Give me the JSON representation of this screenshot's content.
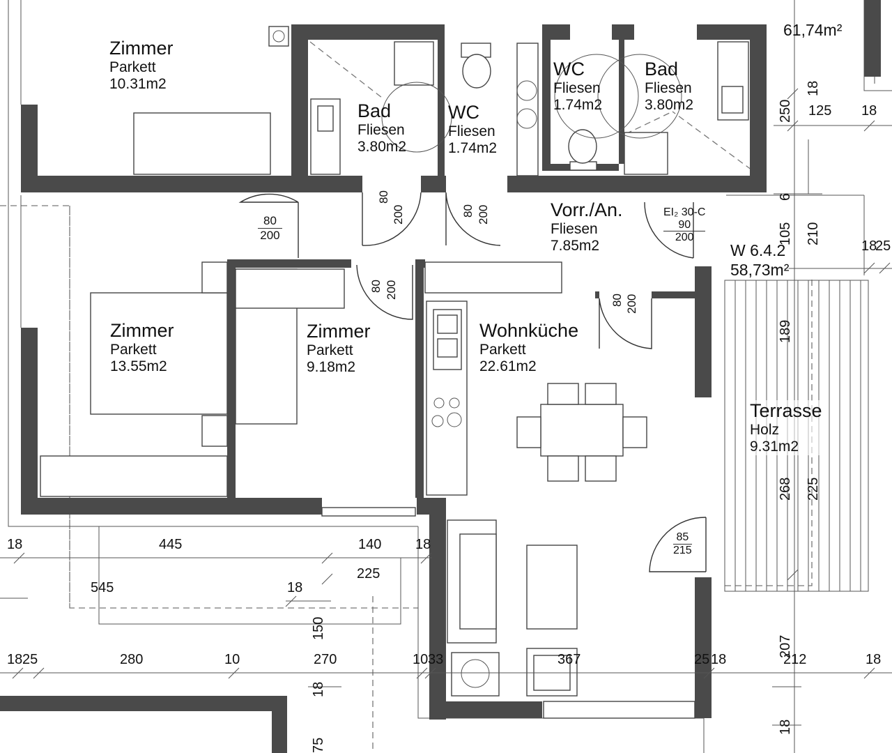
{
  "colors": {
    "wall": "#4a4a4a",
    "line": "#333333",
    "background": "#ffffff"
  },
  "rooms": {
    "zimmer_top": {
      "name": "Zimmer",
      "floor": "Parkett",
      "area": "10.31m2"
    },
    "bad_left": {
      "name": "Bad",
      "floor": "Fliesen",
      "area": "3.80m2"
    },
    "wc_left": {
      "name": "WC",
      "floor": "Fliesen",
      "area": "1.74m2"
    },
    "wc_right": {
      "name": "WC",
      "floor": "Fliesen",
      "area": "1.74m2"
    },
    "bad_right": {
      "name": "Bad",
      "floor": "Fliesen",
      "area": "3.80m2"
    },
    "vorraum": {
      "name": "Vorr./An.",
      "floor": "Fliesen",
      "area": "7.85m2"
    },
    "zimmer_left": {
      "name": "Zimmer",
      "floor": "Parkett",
      "area": "13.55m2"
    },
    "zimmer_mid": {
      "name": "Zimmer",
      "floor": "Parkett",
      "area": "9.18m2"
    },
    "wohnkueche": {
      "name": "Wohnküche",
      "floor": "Parkett",
      "area": "22.61m2"
    },
    "terrasse": {
      "name": "Terrasse",
      "floor": "Holz",
      "area": "9.31m2"
    }
  },
  "unit": {
    "id": "W 6.4.2",
    "area": "58,73m²",
    "neighbor_area": "61,74m²"
  },
  "doors": {
    "d1": {
      "w": "80",
      "h": "200"
    },
    "d2": {
      "w": "80",
      "h": "200"
    },
    "d3": {
      "w": "80",
      "h": "200"
    },
    "d4": {
      "w": "80",
      "h": "200"
    },
    "d5": {
      "w": "80",
      "h": "200"
    },
    "entry": {
      "rating": "EI₂ 30-C",
      "w": "90",
      "h": "200"
    },
    "terrace": {
      "w": "85",
      "h": "215"
    }
  },
  "dims": {
    "top_125": "125",
    "top_18a": "18",
    "top_18b": "18",
    "v250": "250",
    "v6": "6",
    "v105": "105",
    "v210": "210",
    "r18": "18",
    "r25": "25",
    "v189": "189",
    "v268": "268",
    "v225": "225",
    "h18a": "18",
    "h445": "445",
    "h140": "140",
    "h18b": "18",
    "h225": "225",
    "h545": "545",
    "h18c": "18",
    "v150": "150",
    "b18": "18",
    "b25": "25",
    "b280": "280",
    "b10": "10",
    "b270": "270",
    "b10b": "10",
    "b33": "33",
    "b367": "367",
    "b25b": "25",
    "b18b": "18",
    "b212": "212",
    "b18c": "18",
    "v207": "207",
    "v18a": "18",
    "v18b": "18",
    "v75": "75"
  }
}
